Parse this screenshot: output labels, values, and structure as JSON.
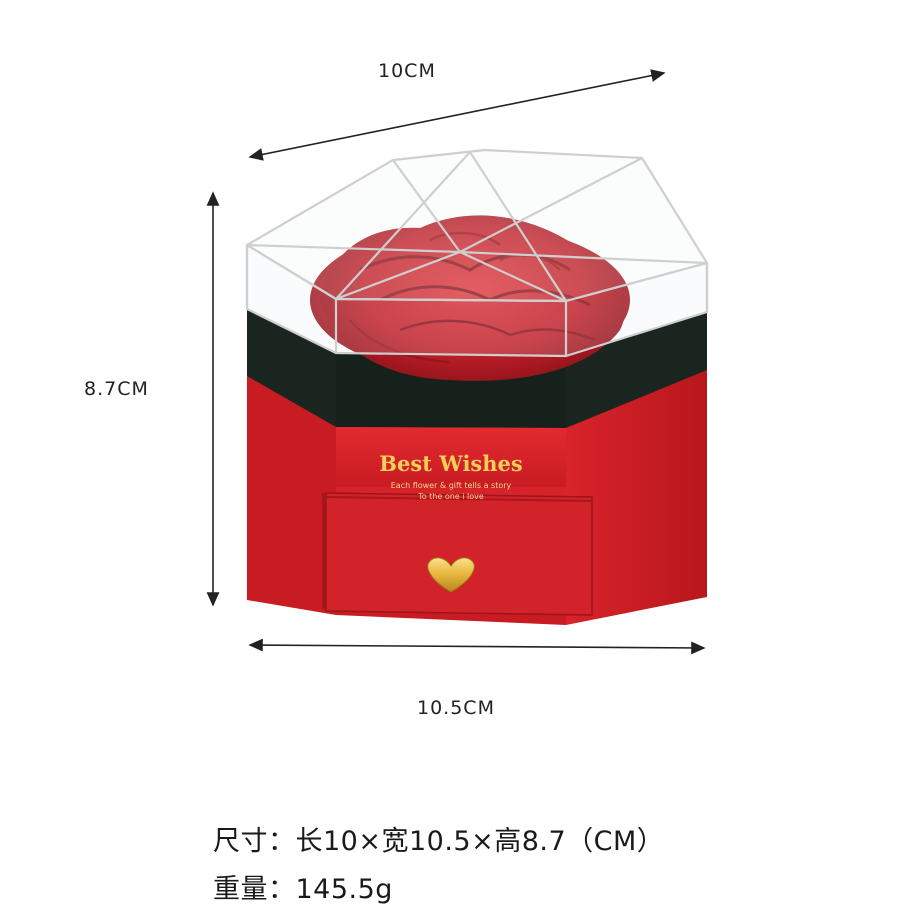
{
  "dimensions": {
    "top": "10CM",
    "left": "8.7CM",
    "bottom": "10.5CM"
  },
  "box_print": {
    "title": "Best Wishes",
    "line1": "Each flower & gift tells a story",
    "line2": "To the one i love"
  },
  "specs": {
    "size_label": "尺寸：",
    "size_value": "长10×宽10.5×高8.7（CM）",
    "weight_label": "重量：",
    "weight_value": "145.5g"
  },
  "colors": {
    "box_red": "#d8232a",
    "box_red_dark": "#b3181e",
    "rose_red": "#c8232b",
    "lid_edge": "#d9d9d9",
    "gold": "#f0c84a",
    "arrow": "#222222"
  },
  "icons": {
    "handle": "heart-icon"
  }
}
